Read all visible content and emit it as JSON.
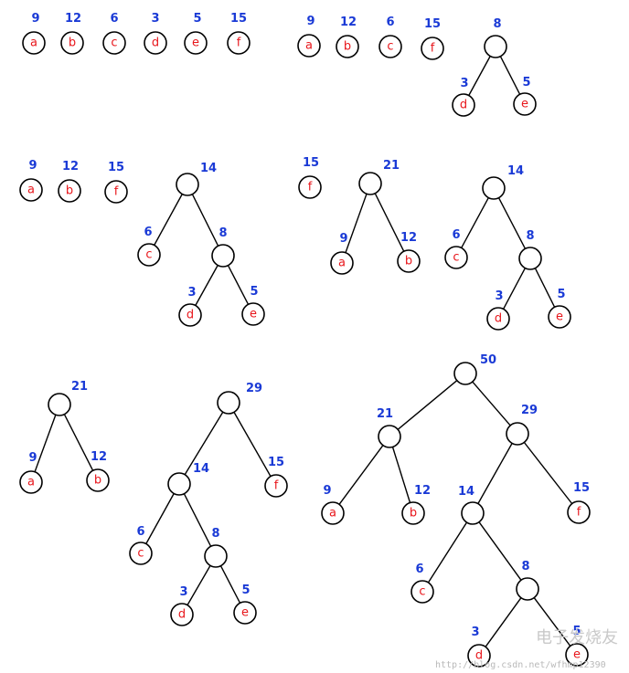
{
  "nodes": [
    {
      "id": "s1-a",
      "label": "a",
      "weight": "9"
    },
    {
      "id": "s1-b",
      "label": "b",
      "weight": "12"
    },
    {
      "id": "s1-c",
      "label": "c",
      "weight": "6"
    },
    {
      "id": "s1-d",
      "label": "d",
      "weight": "3"
    },
    {
      "id": "s1-e",
      "label": "e",
      "weight": "5"
    },
    {
      "id": "s1-f",
      "label": "f",
      "weight": "15"
    },
    {
      "id": "s2-a",
      "label": "a",
      "weight": "9"
    },
    {
      "id": "s2-b",
      "label": "b",
      "weight": "12"
    },
    {
      "id": "s2-c",
      "label": "c",
      "weight": "6"
    },
    {
      "id": "s2-f",
      "label": "f",
      "weight": "15"
    },
    {
      "id": "s2-n8",
      "label": "",
      "weight": "8"
    },
    {
      "id": "s2-d",
      "label": "d",
      "weight": "3"
    },
    {
      "id": "s2-e",
      "label": "e",
      "weight": "5"
    },
    {
      "id": "s3-a",
      "label": "a",
      "weight": "9"
    },
    {
      "id": "s3-b",
      "label": "b",
      "weight": "12"
    },
    {
      "id": "s3-f",
      "label": "f",
      "weight": "15"
    },
    {
      "id": "s3-n14",
      "label": "",
      "weight": "14"
    },
    {
      "id": "s3-c",
      "label": "c",
      "weight": "6"
    },
    {
      "id": "s3-n8",
      "label": "",
      "weight": "8"
    },
    {
      "id": "s3-d",
      "label": "d",
      "weight": "3"
    },
    {
      "id": "s3-e",
      "label": "e",
      "weight": "5"
    },
    {
      "id": "s4-f",
      "label": "f",
      "weight": "15"
    },
    {
      "id": "s4-n21",
      "label": "",
      "weight": "21"
    },
    {
      "id": "s4-a",
      "label": "a",
      "weight": "9"
    },
    {
      "id": "s4-b",
      "label": "b",
      "weight": "12"
    },
    {
      "id": "s4-n14",
      "label": "",
      "weight": "14"
    },
    {
      "id": "s4-c",
      "label": "c",
      "weight": "6"
    },
    {
      "id": "s4-n8",
      "label": "",
      "weight": "8"
    },
    {
      "id": "s4-d",
      "label": "d",
      "weight": "3"
    },
    {
      "id": "s4-e",
      "label": "e",
      "weight": "5"
    },
    {
      "id": "s5-n21",
      "label": "",
      "weight": "21"
    },
    {
      "id": "s5-a",
      "label": "a",
      "weight": "9"
    },
    {
      "id": "s5-b",
      "label": "b",
      "weight": "12"
    },
    {
      "id": "s5-n29",
      "label": "",
      "weight": "29"
    },
    {
      "id": "s5-n14",
      "label": "",
      "weight": "14"
    },
    {
      "id": "s5-f",
      "label": "f",
      "weight": "15"
    },
    {
      "id": "s5-c",
      "label": "c",
      "weight": "6"
    },
    {
      "id": "s5-n8",
      "label": "",
      "weight": "8"
    },
    {
      "id": "s5-d",
      "label": "d",
      "weight": "3"
    },
    {
      "id": "s5-e",
      "label": "e",
      "weight": "5"
    },
    {
      "id": "s6-n50",
      "label": "",
      "weight": "50"
    },
    {
      "id": "s6-n21",
      "label": "",
      "weight": "21"
    },
    {
      "id": "s6-n29",
      "label": "",
      "weight": "29"
    },
    {
      "id": "s6-a",
      "label": "a",
      "weight": "9"
    },
    {
      "id": "s6-b",
      "label": "b",
      "weight": "12"
    },
    {
      "id": "s6-n14",
      "label": "",
      "weight": "14"
    },
    {
      "id": "s6-f",
      "label": "f",
      "weight": "15"
    },
    {
      "id": "s6-c",
      "label": "c",
      "weight": "6"
    },
    {
      "id": "s6-n8",
      "label": "",
      "weight": "8"
    },
    {
      "id": "s6-d",
      "label": "d",
      "weight": "3"
    },
    {
      "id": "s6-e",
      "label": "e",
      "weight": "5"
    }
  ],
  "edges": [
    [
      "s2-n8",
      "s2-d"
    ],
    [
      "s2-n8",
      "s2-e"
    ],
    [
      "s3-n14",
      "s3-c"
    ],
    [
      "s3-n14",
      "s3-n8"
    ],
    [
      "s3-n8",
      "s3-d"
    ],
    [
      "s3-n8",
      "s3-e"
    ],
    [
      "s4-n21",
      "s4-a"
    ],
    [
      "s4-n21",
      "s4-b"
    ],
    [
      "s4-n14",
      "s4-c"
    ],
    [
      "s4-n14",
      "s4-n8"
    ],
    [
      "s4-n8",
      "s4-d"
    ],
    [
      "s4-n8",
      "s4-e"
    ],
    [
      "s5-n21",
      "s5-a"
    ],
    [
      "s5-n21",
      "s5-b"
    ],
    [
      "s5-n29",
      "s5-n14"
    ],
    [
      "s5-n29",
      "s5-f"
    ],
    [
      "s5-n14",
      "s5-c"
    ],
    [
      "s5-n14",
      "s5-n8"
    ],
    [
      "s5-n8",
      "s5-d"
    ],
    [
      "s5-n8",
      "s5-e"
    ],
    [
      "s6-n50",
      "s6-n21"
    ],
    [
      "s6-n50",
      "s6-n29"
    ],
    [
      "s6-n21",
      "s6-a"
    ],
    [
      "s6-n21",
      "s6-b"
    ],
    [
      "s6-n29",
      "s6-n14"
    ],
    [
      "s6-n29",
      "s6-f"
    ],
    [
      "s6-n14",
      "s6-c"
    ],
    [
      "s6-n14",
      "s6-n8"
    ],
    [
      "s6-n8",
      "s6-d"
    ],
    [
      "s6-n8",
      "s6-e"
    ]
  ],
  "watermark": {
    "logo": "电子发烧友",
    "url": "http://blog.csdn.net/wfhmp12390"
  },
  "colors": {
    "node_label": "#e8161b",
    "weight_label": "#1a3ad6",
    "line": "#000000"
  }
}
